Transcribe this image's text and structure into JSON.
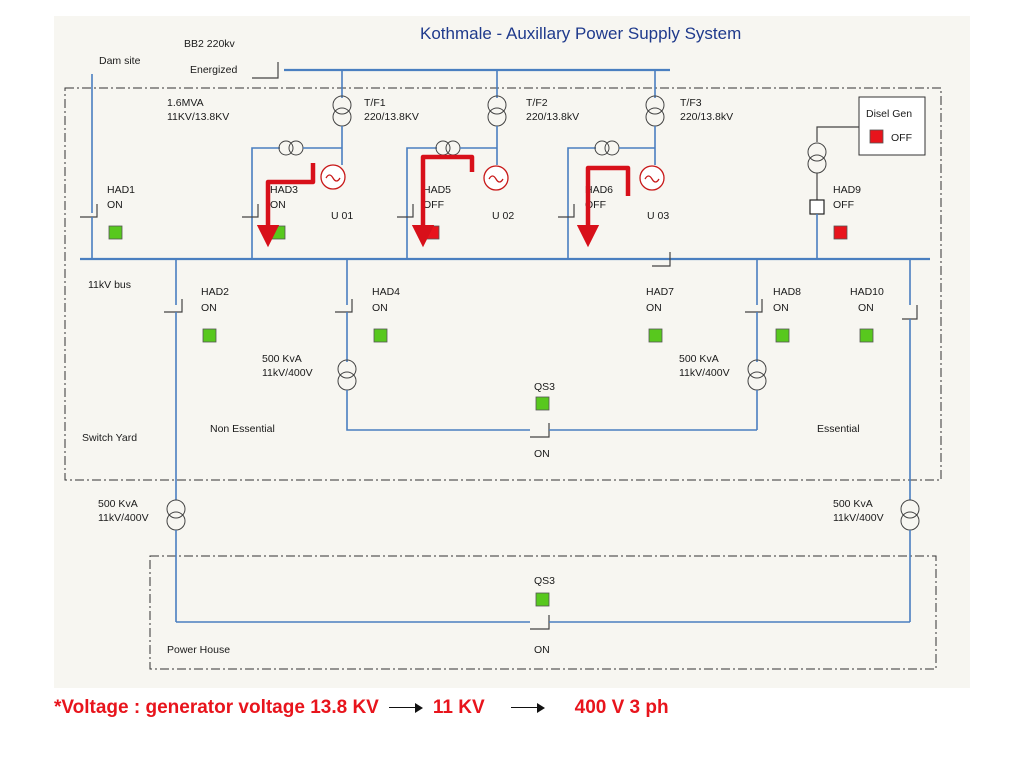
{
  "title": "Kothmale - Auxillary Power Supply System",
  "labels": {
    "dam_site": "Dam site",
    "bb2": "BB2  220kv",
    "energized": "Energized",
    "tf_rating_l1": "1.6MVA",
    "tf_rating_l2": "11KV/13.8KV",
    "tf1_l1": "T/F1",
    "tf1_l2": "220/13.8KV",
    "tf2_l1": "T/F2",
    "tf2_l2": "220/13.8kV",
    "tf3_l1": "T/F3",
    "tf3_l2": "220/13.8kV",
    "disel_gen": "Disel Gen",
    "disel_state": "OFF",
    "bus_11kv": "11kV bus",
    "u01": "U 01",
    "u02": "U 02",
    "u03": "U 03",
    "non_essential": "Non Essential",
    "essential": "Essential",
    "switch_yard": "Switch Yard",
    "power_house": "Power House",
    "t500_l1": "500 KvA",
    "t500_l2": "11kV/400V"
  },
  "breakers": {
    "had1": {
      "name": "HAD1",
      "state": "ON"
    },
    "had2": {
      "name": "HAD2",
      "state": "ON"
    },
    "had3": {
      "name": "HAD3",
      "state": "ON"
    },
    "had4": {
      "name": "HAD4",
      "state": "ON"
    },
    "had5": {
      "name": "HAD5",
      "state": "OFF"
    },
    "had6": {
      "name": "HAD6",
      "state": "OFF"
    },
    "had7": {
      "name": "HAD7",
      "state": "ON"
    },
    "had8": {
      "name": "HAD8",
      "state": "ON"
    },
    "had9": {
      "name": "HAD9",
      "state": "OFF"
    },
    "had10": {
      "name": "HAD10",
      "state": "ON"
    },
    "qs3_upper": {
      "name": "QS3",
      "state": "ON"
    },
    "qs3_lower": {
      "name": "QS3",
      "state": "ON"
    }
  },
  "colors": {
    "on": "#58c81e",
    "off": "#e8141c",
    "bus": "#4a7fc0",
    "flow_arrow": "#d8101a"
  },
  "footer": {
    "prefix": "*Voltage : generator  voltage  13.8 KV",
    "mid": "11 KV",
    "end": "400 V 3 ph"
  }
}
